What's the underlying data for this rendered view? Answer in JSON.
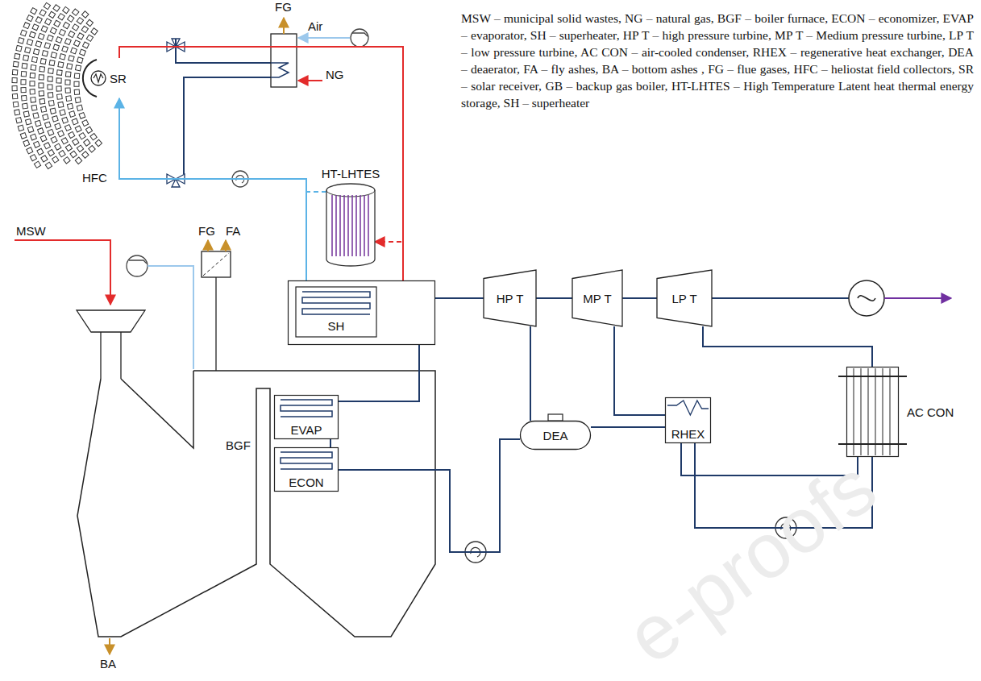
{
  "diagram": {
    "nodes": [
      {
        "text": [
          "SR"
        ]
      },
      {
        "text": [
          "HT-LHTES"
        ]
      },
      {
        "text": [
          "SH"
        ]
      },
      {
        "text": [
          "BGF"
        ]
      },
      {
        "text": [
          "EVAP"
        ],
        "in": 3
      },
      {
        "text": [
          "ECON"
        ],
        "in": 3
      },
      {
        "text": [
          "HP T"
        ]
      },
      {
        "text": [
          "MP T"
        ]
      },
      {
        "text": [
          "LP T"
        ]
      },
      {
        "text": [
          "DEA"
        ]
      },
      {
        "text": [
          "RHEX"
        ]
      },
      {
        "text": [
          "AC CON"
        ]
      }
    ],
    "edges": [
      {
        "from": 0,
        "to": 2,
        "arrow": "none"
      },
      {
        "from": 2,
        "to": 0,
        "arrow": "none"
      },
      {
        "from": 0,
        "to": 1,
        "arrow": "to"
      },
      {
        "from": 1,
        "to": 0,
        "arrow": "to"
      },
      {
        "from": 5,
        "to": 4,
        "arrow": "none"
      },
      {
        "from": 4,
        "to": 2,
        "arrow": "none"
      },
      {
        "from": 2,
        "to": 6,
        "arrow": "none"
      },
      {
        "from": 6,
        "to": 7,
        "arrow": "none"
      },
      {
        "from": 7,
        "to": 8,
        "arrow": "none"
      },
      {
        "from": 6,
        "to": 9,
        "arrow": "none"
      },
      {
        "from": 7,
        "to": 10,
        "arrow": "none"
      },
      {
        "from": 8,
        "to": 11,
        "arrow": "none"
      },
      {
        "from": 11,
        "to": 10,
        "arrow": "none"
      },
      {
        "from": 10,
        "to": 9,
        "arrow": "none"
      },
      {
        "from": 9,
        "to": 5,
        "arrow": "none"
      }
    ],
    "labels": [
      "FG",
      "Air",
      "NG",
      "HFC",
      "FG",
      "FA",
      "MSW",
      "BA",
      "MSW – municipal solid wastes, NG – natural gas, BGF – boiler furnace, ECON – economizer, EVAP – evaporator, SH – superheater, HP T – high pressure turbine, MP T – Medium pressure turbine, LP T – low pressure turbine, AC CON – air-cooled condenser, RHEX – regenerative heat exchanger, DEA – deaerator, FA – fly ashes, BA – bottom ashes , FG – flue gases, HFC – heliostat field collectors, SR – solar receiver, GB – backup gas boiler, HT-LHTES – High Temperature Latent heat thermal energy storage, SH – superheater",
      "e-proofs"
    ]
  }
}
